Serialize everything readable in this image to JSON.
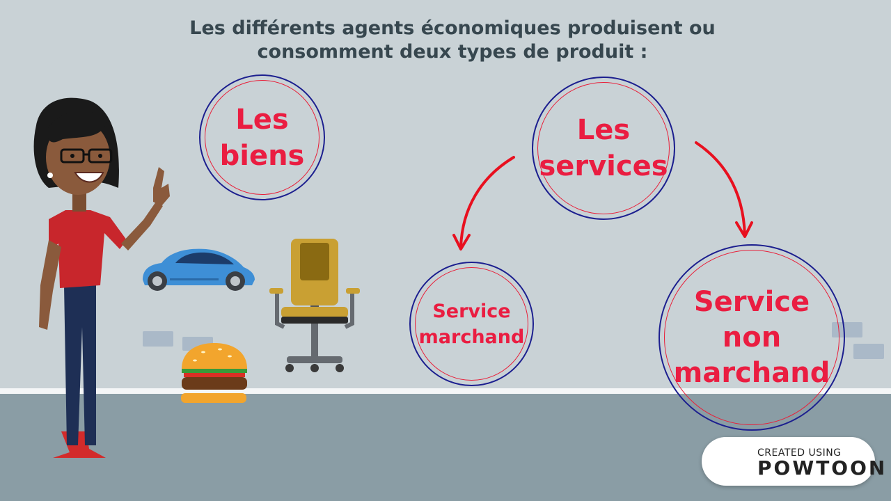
{
  "title": {
    "line1": "Les différents agents économiques produisent ou",
    "line2": "consomment deux types de produit :"
  },
  "circles": {
    "biens": {
      "line1": "Les",
      "line2": "biens"
    },
    "services": {
      "line1": "Les",
      "line2": "services"
    },
    "marchand": {
      "line1": "Service",
      "line2": "marchand"
    },
    "non_marchand": {
      "line1": "Service",
      "line2": "non",
      "line3": "marchand"
    }
  },
  "badge": {
    "small": "CREATED USING",
    "big": "POWTOON"
  },
  "colors": {
    "accent": "#ea1d41",
    "circle_outer": "#1c1f8f",
    "wall": "#c9d2d6",
    "floor": "#8a9da5"
  }
}
